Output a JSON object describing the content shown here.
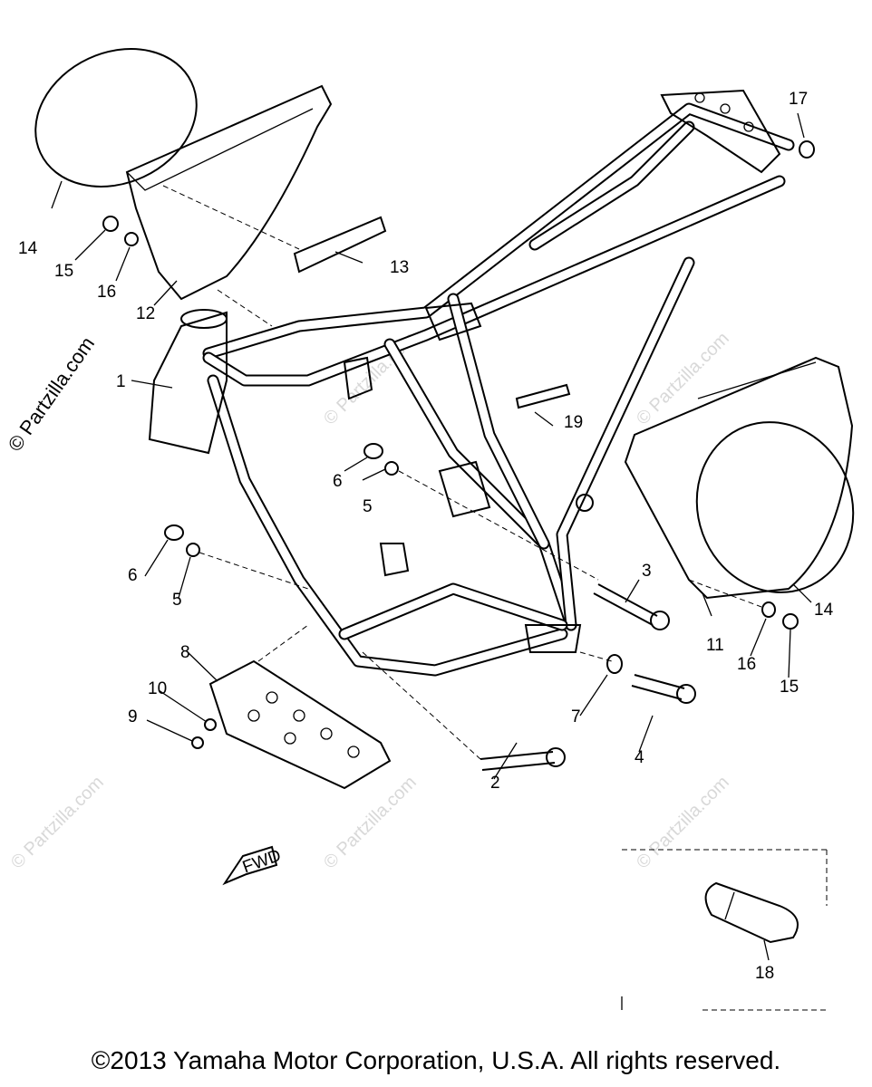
{
  "watermark": {
    "text": "© Partzilla.com",
    "side_text": "© Partzilla.com"
  },
  "fwd_label": "FWD",
  "callouts": {
    "c1": "1",
    "c2": "2",
    "c3": "3",
    "c4": "4",
    "c5a": "5",
    "c5b": "5",
    "c6a": "6",
    "c6b": "6",
    "c7": "7",
    "c8": "8",
    "c9": "9",
    "c10": "10",
    "c11": "11",
    "c12": "12",
    "c13": "13",
    "c14a": "14",
    "c14b": "14",
    "c15a": "15",
    "c15b": "15",
    "c16a": "16",
    "c16b": "16",
    "c17": "17",
    "c18": "18",
    "c19": "19"
  },
  "copyright": "©2013 Yamaha Motor Corporation, U.S.A. All rights reserved."
}
